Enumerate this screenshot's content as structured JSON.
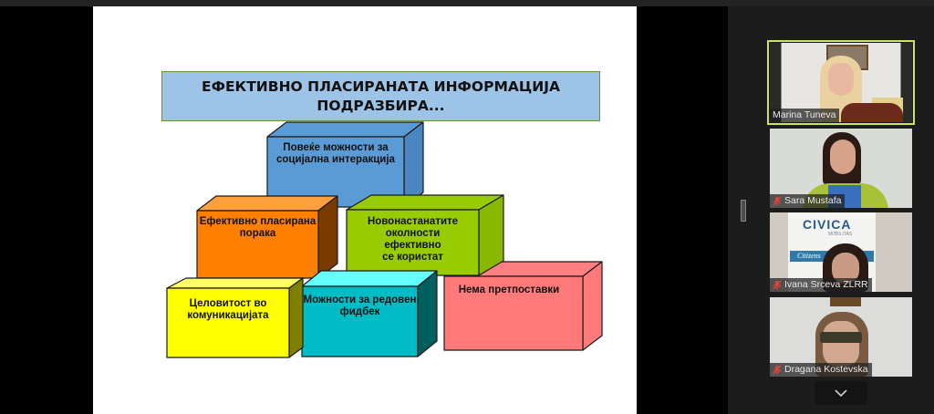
{
  "slide": {
    "title_line1": "ЕФЕКТИВНО ПЛАСИРАНАТА ИНФОРМАЦИЈА",
    "title_line2": "ПОДРАЗБИРА...",
    "title_bg": "#9dc3e6",
    "cubes": [
      {
        "id": "top",
        "lines": [
          "Повеќе можности за",
          "социјална интеракција"
        ],
        "front": "#5b9bd5",
        "top": "#5b9bd5",
        "side": "#4a86c0"
      },
      {
        "id": "mid-left",
        "lines": [
          "Ефективно пласирана",
          "порака"
        ],
        "front": "#ff7f00",
        "top": "#ffa040",
        "side": "#7a3a00"
      },
      {
        "id": "mid-right",
        "lines": [
          "Новонастанатите",
          "околности",
          "ефективно",
          "се користат"
        ],
        "front": "#99cc00",
        "top": "#99cc00",
        "side": "#88b800"
      },
      {
        "id": "bottom-left",
        "lines": [
          "Целовитост во",
          "комуникацијата"
        ],
        "front": "#ffff00",
        "top": "#ffff66",
        "side": "#808000"
      },
      {
        "id": "bottom-middle",
        "lines": [
          "Можности за редовен",
          "фидбек"
        ],
        "front": "#00bcc4",
        "top": "#66ffff",
        "side": "#006060"
      },
      {
        "id": "bottom-right",
        "lines": [
          "Нема претпоставки"
        ],
        "front": "#ff7a7a",
        "top": "#ff8080",
        "side": "#ff7a7a"
      }
    ]
  },
  "participants": [
    {
      "name": "Marina Tuneva",
      "muted": false,
      "active": true
    },
    {
      "name": "Sara Mustafa",
      "muted": true,
      "active": false
    },
    {
      "name": "Ivana Srceva ZLRR",
      "muted": true,
      "active": false,
      "background_text": "CIVICA",
      "background_subtext": "MOBILITAS",
      "banner_text": "Citizens"
    },
    {
      "name": "Dragana Kostevska",
      "muted": true,
      "active": false
    }
  ],
  "controls": {
    "more_participants_icon": "chevron-down-icon",
    "panel_resize_icon": "drag-handle-icon"
  },
  "colors": {
    "active_speaker_border": "#c8e65a",
    "muted_icon": "#e0443e",
    "panel_bg": "#1c1c1c"
  }
}
